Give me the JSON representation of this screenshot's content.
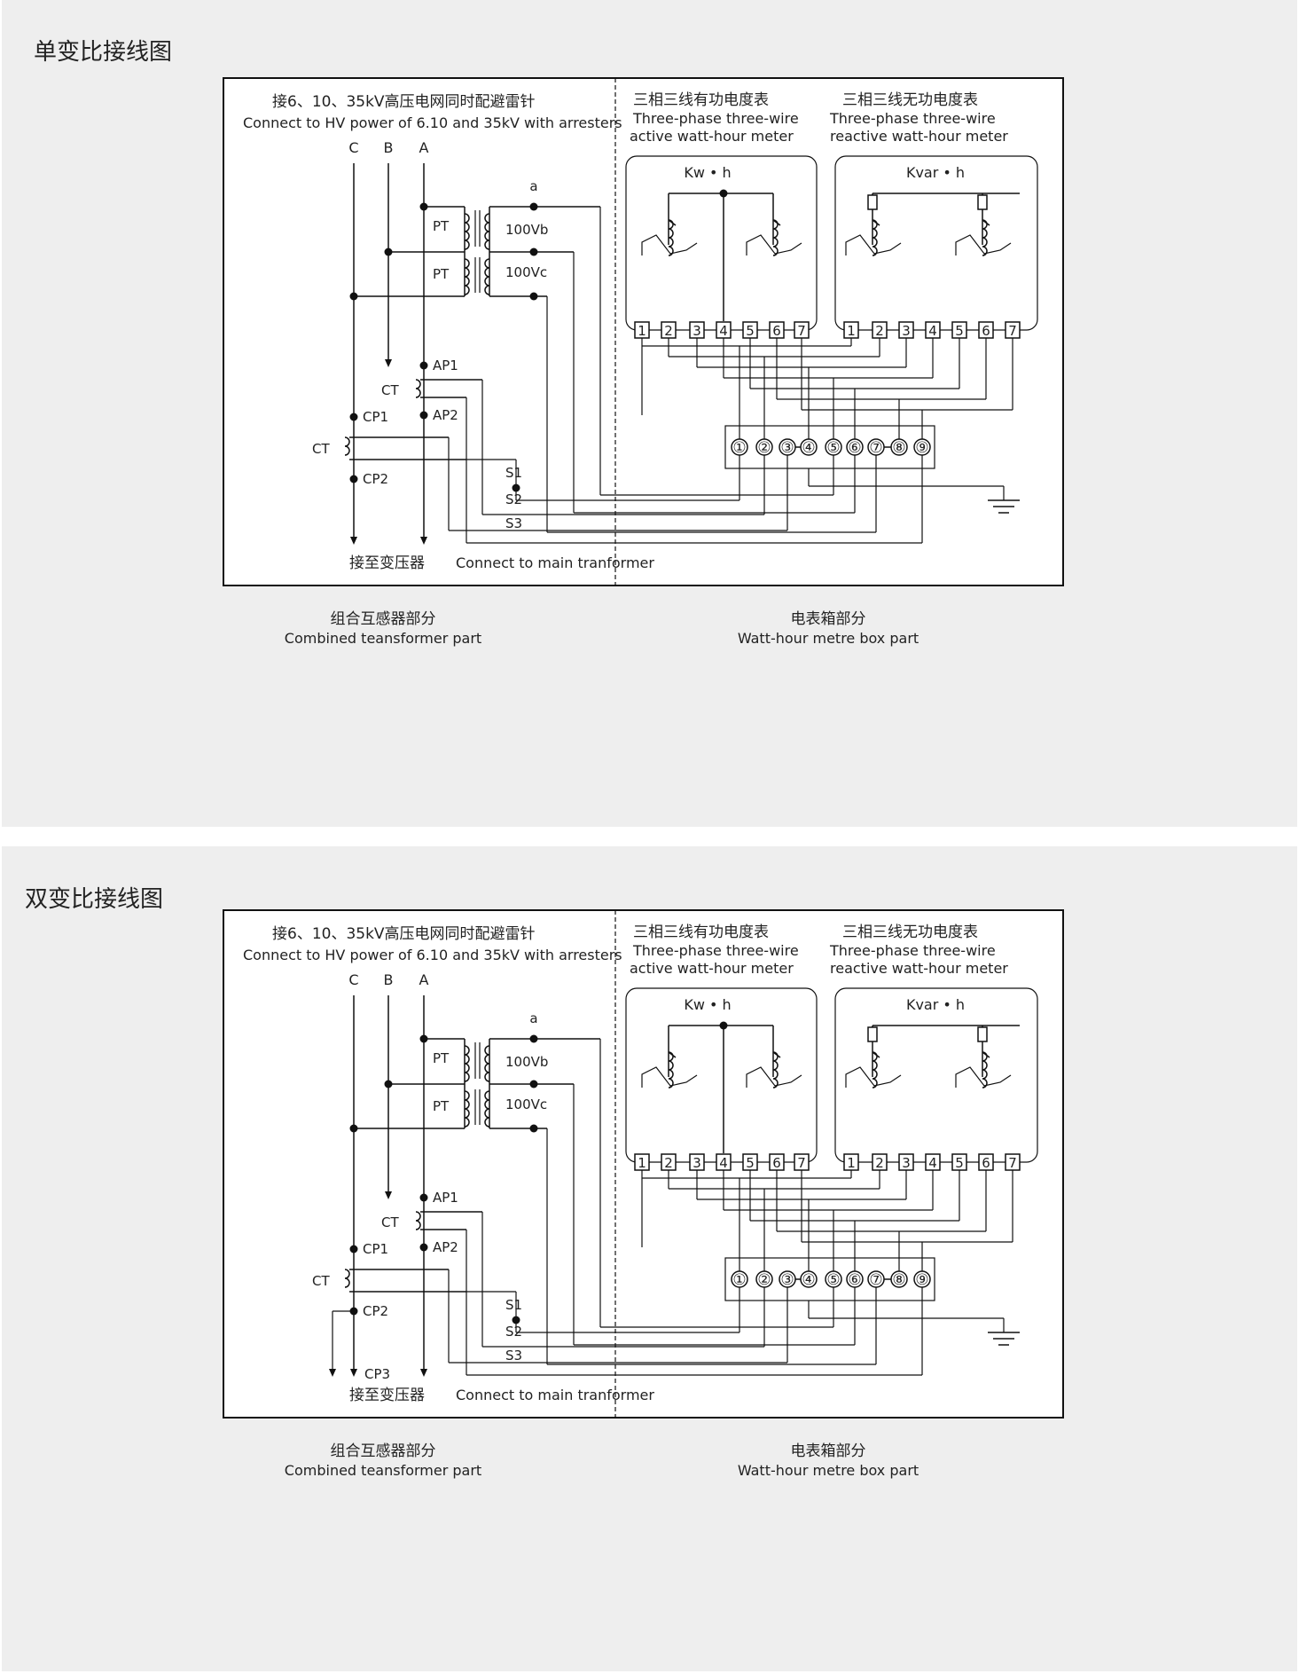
{
  "diagrams": [
    {
      "title": "单变比接线图",
      "hv_note_cn": "接6、10、35kV高压电网同时配避雷针",
      "hv_note_en": "Connect to HV power of 6.10 and 35kV with arresters",
      "phases": [
        "C",
        "B",
        "A"
      ],
      "pt_label": "PT",
      "ct_label": "CT",
      "sec_a": "a",
      "sec_b": "100Vb",
      "sec_c": "100Vc",
      "ap1": "AP1",
      "ap2": "AP2",
      "cp1": "CP1",
      "cp2": "CP2",
      "s1": "S1",
      "s2": "S2",
      "s3": "S3",
      "to_transformer_cn": "接至变压器",
      "to_transformer_en": "Connect to main tranformer",
      "active_meter_cn": "三相三线有功电度表",
      "active_meter_en1": "Three-phase three-wire",
      "active_meter_en2": "active watt-hour meter",
      "reactive_meter_cn": "三相三线无功电度表",
      "reactive_meter_en1": "Three-phase three-wire",
      "reactive_meter_en2": "reactive watt-hour meter",
      "kwh": "Kw • h",
      "kvarh": "Kvar • h",
      "meter_terminals": [
        "1",
        "2",
        "3",
        "4",
        "5",
        "6",
        "7"
      ],
      "box_terminals": [
        "①",
        "②",
        "③",
        "④",
        "⑤",
        "⑥",
        "⑦",
        "⑧",
        "⑨"
      ],
      "caption_left_cn": "组合互感器部分",
      "caption_left_en": "Combined teansformer part",
      "caption_right_cn": "电表箱部分",
      "caption_right_en": "Watt-hour metre box part"
    },
    {
      "title": "双变比接线图",
      "hv_note_cn": "接6、10、35kV高压电网同时配避雷针",
      "hv_note_en": "Connect to HV power of 6.10 and 35kV with arresters",
      "phases": [
        "C",
        "B",
        "A"
      ],
      "pt_label": "PT",
      "ct_label": "CT",
      "sec_a": "a",
      "sec_b": "100Vb",
      "sec_c": "100Vc",
      "ap1": "AP1",
      "ap2": "AP2",
      "cp1": "CP1",
      "cp2": "CP2",
      "cp3": "CP3",
      "s1": "S1",
      "s2": "S2",
      "s3": "S3",
      "to_transformer_cn": "接至变压器",
      "to_transformer_en": "Connect to main tranformer",
      "active_meter_cn": "三相三线有功电度表",
      "active_meter_en1": "Three-phase three-wire",
      "active_meter_en2": "active watt-hour meter",
      "reactive_meter_cn": "三相三线无功电度表",
      "reactive_meter_en1": "Three-phase three-wire",
      "reactive_meter_en2": "reactive watt-hour meter",
      "kwh": "Kw • h",
      "kvarh": "Kvar • h",
      "meter_terminals": [
        "1",
        "2",
        "3",
        "4",
        "5",
        "6",
        "7"
      ],
      "box_terminals": [
        "①",
        "②",
        "③",
        "④",
        "⑤",
        "⑥",
        "⑦",
        "⑧",
        "⑨"
      ],
      "caption_left_cn": "组合互感器部分",
      "caption_left_en": "Combined teansformer part",
      "caption_right_cn": "电表箱部分",
      "caption_right_en": "Watt-hour metre box part"
    }
  ]
}
